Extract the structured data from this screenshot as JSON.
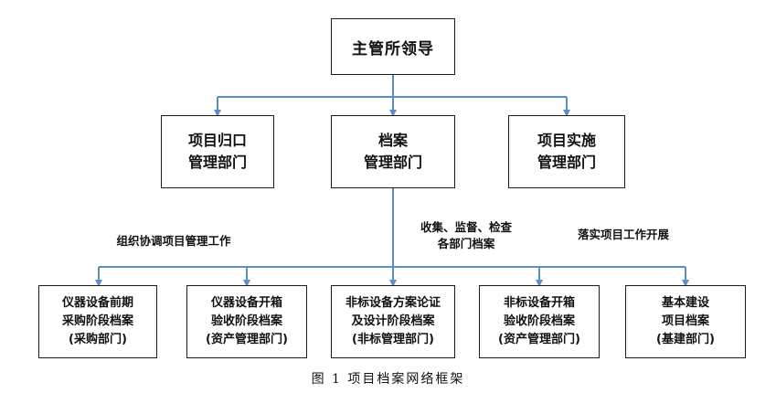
{
  "top": {
    "label": "主管所领导"
  },
  "middle": [
    {
      "line1": "项目归口",
      "line2": "管理部门"
    },
    {
      "line1": "档案",
      "line2": "管理部门"
    },
    {
      "line1": "项目实施",
      "line2": "管理部门"
    }
  ],
  "labels": {
    "left": "组织协调项目管理工作",
    "center_line1": "收集、监督、检查",
    "center_line2": "各部门档案",
    "right": "落实项目工作开展"
  },
  "bottom": [
    {
      "line1": "仪器设备前期",
      "line2": "采购阶段档案",
      "line3": "(采购部门)"
    },
    {
      "line1": "仪器设备开箱",
      "line2": "验收阶段档案",
      "line3": "(资产管理部门)"
    },
    {
      "line1": "非标设备方案论证",
      "line2": "及设计阶段档案",
      "line3": "(非标管理部门)"
    },
    {
      "line1": "非标设备开箱",
      "line2": "验收阶段档案",
      "line3": "(资产管理部门)"
    },
    {
      "line1": "基本建设",
      "line2": "项目档案",
      "line3": "(基建部门)"
    }
  ],
  "caption": "图 1  项目档案网络框架",
  "colors": {
    "connector": "#5b8fc9",
    "border": "#1a1a1a"
  }
}
